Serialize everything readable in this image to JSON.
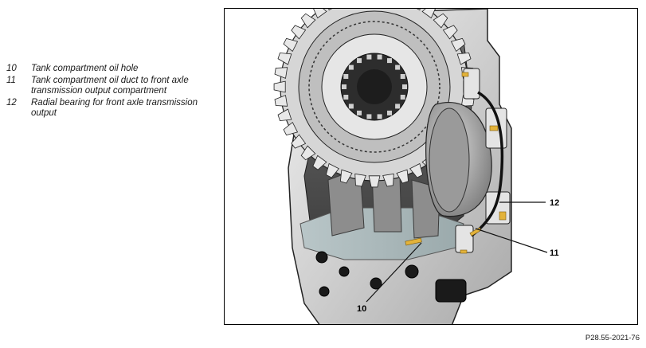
{
  "legend": [
    {
      "num": "10",
      "text": "Tank compartment oil hole"
    },
    {
      "num": "11",
      "text": "Tank compartment oil duct to front axle transmission output compartment"
    },
    {
      "num": "12",
      "text": "Radial bearing for front axle transmission output"
    }
  ],
  "callouts": {
    "c10": "10",
    "c11": "11",
    "c12": "12"
  },
  "figure_ref": "P28.55-2021-76"
}
